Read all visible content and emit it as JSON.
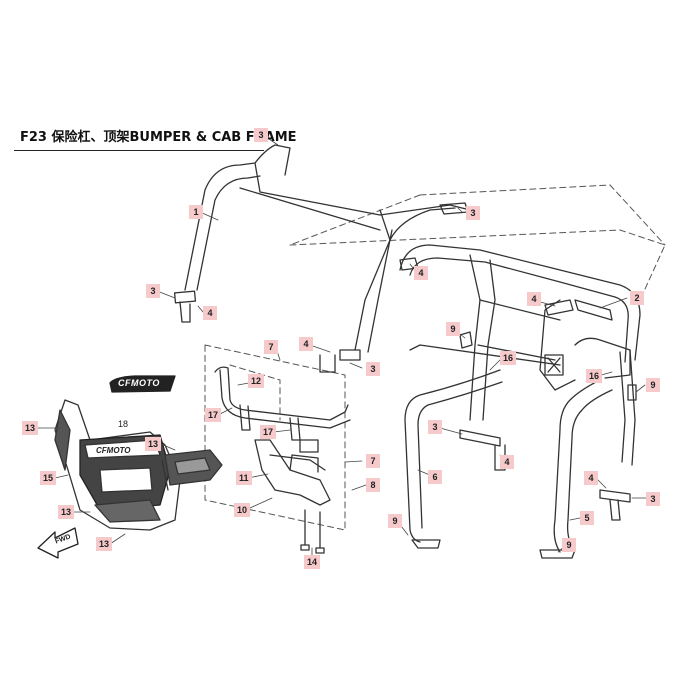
{
  "title": "F23 保险杠、顶架BUMPER & CAB FRAME",
  "brand": "CFMOTO",
  "fwd_label": "FWD",
  "callouts": [
    {
      "id": "c3a",
      "text": "3"
    },
    {
      "id": "c1",
      "text": "1"
    },
    {
      "id": "c3b",
      "text": "3"
    },
    {
      "id": "c4a",
      "text": "4"
    },
    {
      "id": "c3c",
      "text": "3"
    },
    {
      "id": "c4b",
      "text": "4"
    },
    {
      "id": "c4c",
      "text": "4"
    },
    {
      "id": "c2",
      "text": "2"
    },
    {
      "id": "c7a",
      "text": "7"
    },
    {
      "id": "c4d",
      "text": "4"
    },
    {
      "id": "c3d",
      "text": "3"
    },
    {
      "id": "c9a",
      "text": "9"
    },
    {
      "id": "c16a",
      "text": "16"
    },
    {
      "id": "c16b",
      "text": "16"
    },
    {
      "id": "c9b",
      "text": "9"
    },
    {
      "id": "c12",
      "text": "12"
    },
    {
      "id": "c17a",
      "text": "17"
    },
    {
      "id": "c17b",
      "text": "17"
    },
    {
      "id": "c13a",
      "text": "13"
    },
    {
      "id": "c13b",
      "text": "13"
    },
    {
      "id": "c3e",
      "text": "3"
    },
    {
      "id": "c4e",
      "text": "4"
    },
    {
      "id": "c6",
      "text": "6"
    },
    {
      "id": "c7b",
      "text": "7"
    },
    {
      "id": "c11",
      "text": "11"
    },
    {
      "id": "c8",
      "text": "8"
    },
    {
      "id": "c15",
      "text": "15"
    },
    {
      "id": "c10",
      "text": "10"
    },
    {
      "id": "c13c",
      "text": "13"
    },
    {
      "id": "c13d",
      "text": "13"
    },
    {
      "id": "c14",
      "text": "14"
    },
    {
      "id": "c4f",
      "text": "4"
    },
    {
      "id": "c3f",
      "text": "3"
    },
    {
      "id": "c5",
      "text": "5"
    },
    {
      "id": "c9c",
      "text": "9"
    },
    {
      "id": "c9d",
      "text": "9"
    }
  ],
  "plain_labels": [
    {
      "id": "p18",
      "text": "18"
    }
  ]
}
